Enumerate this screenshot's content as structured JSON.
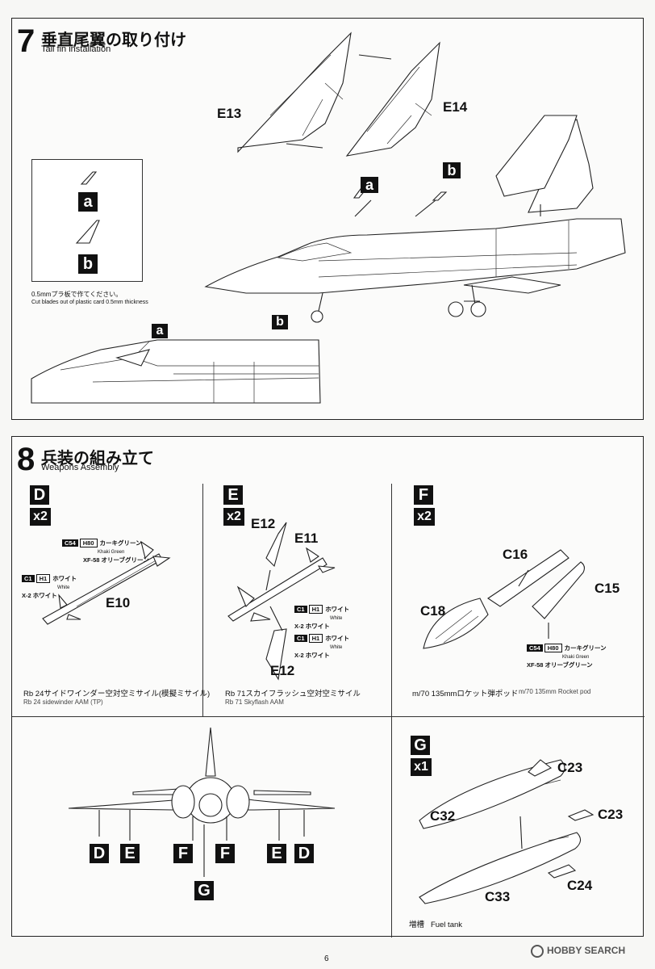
{
  "step7": {
    "number": "7",
    "title_jp": "垂直尾翼の取り付け",
    "title_en": "Tail fin installation",
    "parts": {
      "e13": "E13",
      "e14": "E14"
    },
    "blade_a": "a",
    "blade_b": "b",
    "note_jp": "0.5mmプラ板で作てください。",
    "note_en": "Cut  blades out of plastic card 0.5mm thickness"
  },
  "step8": {
    "number": "8",
    "title_jp": "兵装の組み立て",
    "title_en": "Weapons Assembly",
    "D": {
      "letter": "D",
      "qty": "x2",
      "part": "E10",
      "caption_jp": "Rb 24サイドワインダー空対空ミサイル(模擬ミサイル)",
      "caption_en": "Rb 24 sidewinder AAM (TP)",
      "paint_green": {
        "c": "C54",
        "h": "H80",
        "jp": "カーキグリーン",
        "en": "Khaki Green",
        "xf": "XF-58 オリーブグリーン"
      },
      "paint_white": {
        "c": "C1",
        "h": "H1",
        "jp": "ホワイト",
        "en": "White",
        "x": "X-2 ホワイト"
      }
    },
    "E": {
      "letter": "E",
      "qty": "x2",
      "part_top": "E12",
      "part_mid": "E11",
      "part_bottom": "E12",
      "caption_jp": "Rb 71スカイフラッシュ空対空ミサイル",
      "caption_en": "Rb 71 Skyflash AAM",
      "paint_white1": {
        "c": "C1",
        "h": "H1",
        "jp": "ホワイト",
        "en": "White",
        "x": "X-2 ホワイト"
      },
      "paint_white2": {
        "c": "C1",
        "h": "H1",
        "jp": "ホワイト",
        "en": "White",
        "x": "X-2 ホワイト"
      }
    },
    "F": {
      "letter": "F",
      "qty": "x2",
      "part_c16": "C16",
      "part_c15": "C15",
      "part_c18": "C18",
      "caption_jp": "m/70 135mmロケット弾ポッド",
      "caption_en": "m/70 135mm Rocket pod",
      "paint_green": {
        "c": "C54",
        "h": "H80",
        "jp": "カーキグリーン",
        "en": "Khaki Green",
        "xf": "XF-58 オリーブグリーン"
      }
    },
    "stations": [
      "D",
      "E",
      "F",
      "F",
      "E",
      "D"
    ],
    "station_center": "G",
    "G": {
      "letter": "G",
      "qty": "x1",
      "part_c23a": "C23",
      "part_c23b": "C23",
      "part_c32": "C32",
      "part_c33": "C33",
      "part_c24": "C24",
      "caption_jp": "増槽",
      "caption_en": "Fuel tank"
    }
  },
  "page_number": "6",
  "watermark": "HOBBY SEARCH"
}
